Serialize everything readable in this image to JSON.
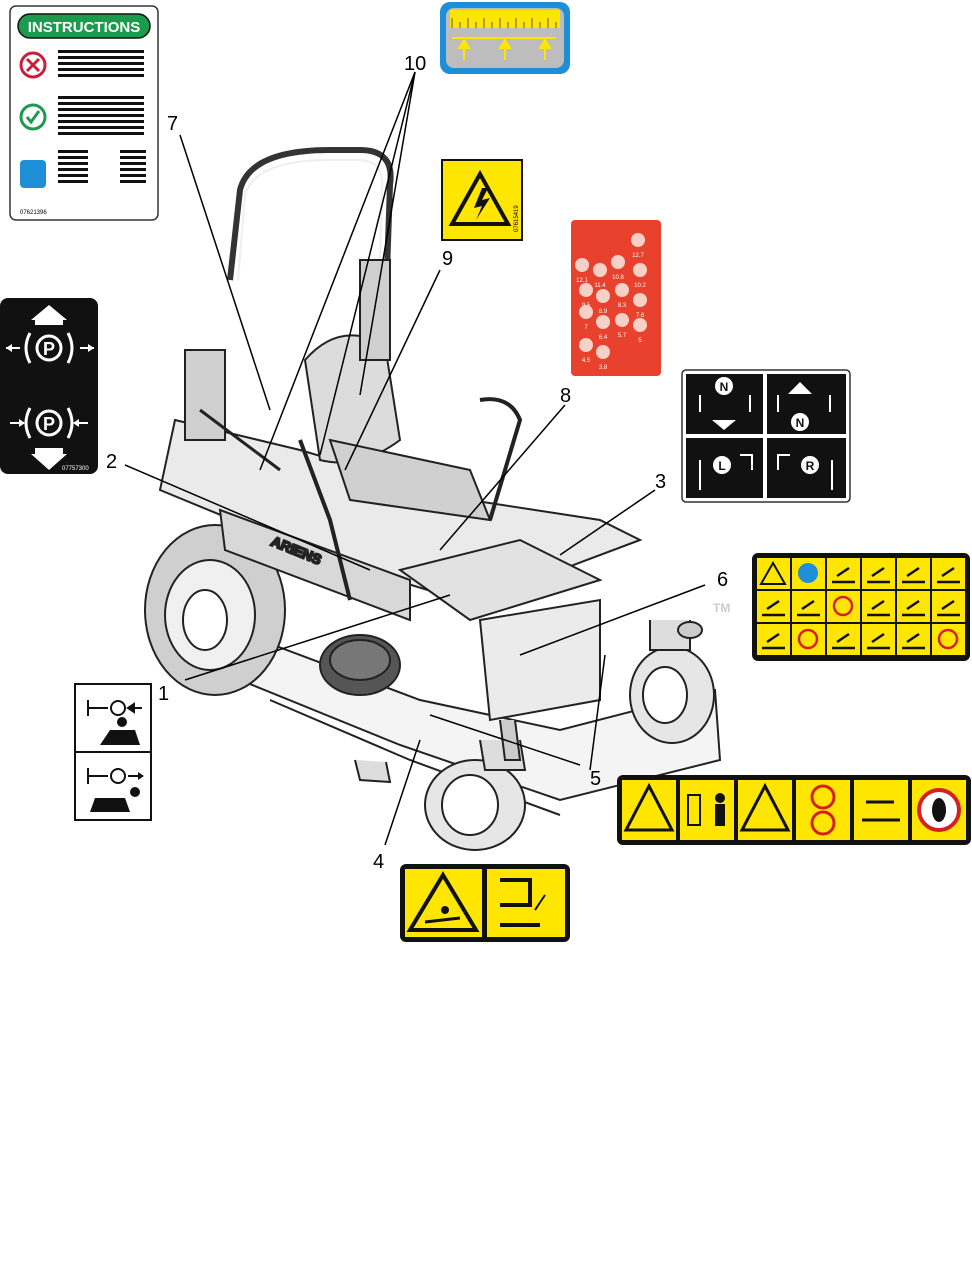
{
  "callouts": [
    "1",
    "2",
    "3",
    "4",
    "5",
    "6",
    "7",
    "8",
    "9",
    "10"
  ],
  "instructions_decal": {
    "title": "INSTRUCTIONS",
    "part_no": "07621396"
  },
  "parking_brake_decal": {
    "letter": "P",
    "part_no": "07757300"
  },
  "electrical_decal": {
    "part_no": "07615419"
  },
  "height_chart_decal": {
    "values": [
      "12.7",
      "12.1",
      "11.4",
      "10.8",
      "10.2",
      "9.5",
      "8.9",
      "8.3",
      "7.6",
      "7",
      "6.4",
      "5.7",
      "5",
      "4.5",
      "3.8"
    ]
  },
  "motion_control_decal": {
    "neutral": "N",
    "left": "L",
    "right": "R"
  },
  "brand": {
    "name": "ARIENS"
  },
  "watermark": {
    "text": "TM"
  },
  "colors": {
    "yellow": "#ffe600",
    "red": "#e8412d",
    "blue": "#1e8fd6",
    "green": "#1c9a4e",
    "black": "#111111"
  }
}
